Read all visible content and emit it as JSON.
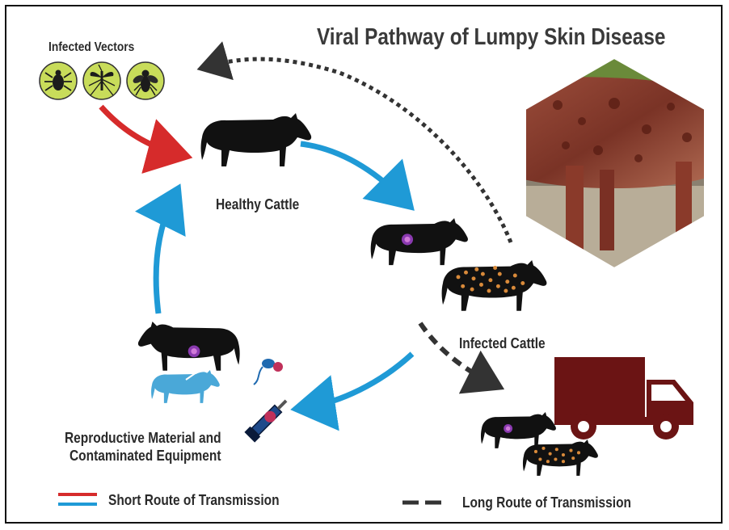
{
  "title": "Viral Pathway of Lumpy Skin Disease",
  "labels": {
    "infected_vectors": "Infected Vectors",
    "healthy_cattle": "Healthy Cattle",
    "infected_cattle": "Infected Cattle",
    "reproductive_line1": "Reproductive Material and",
    "reproductive_line2": "Contaminated Equipment"
  },
  "legend": {
    "short_route": "Short Route of Transmission",
    "long_route": "Long Route of Transmission"
  },
  "colors": {
    "short_route_red": "#d62b2b",
    "short_route_blue": "#1f9ad6",
    "long_route": "#333333",
    "vector_circle": "#c8dc5a",
    "truck": "#6b1414",
    "lesion": "#d98a3a",
    "virus": "#8a3ab0"
  }
}
